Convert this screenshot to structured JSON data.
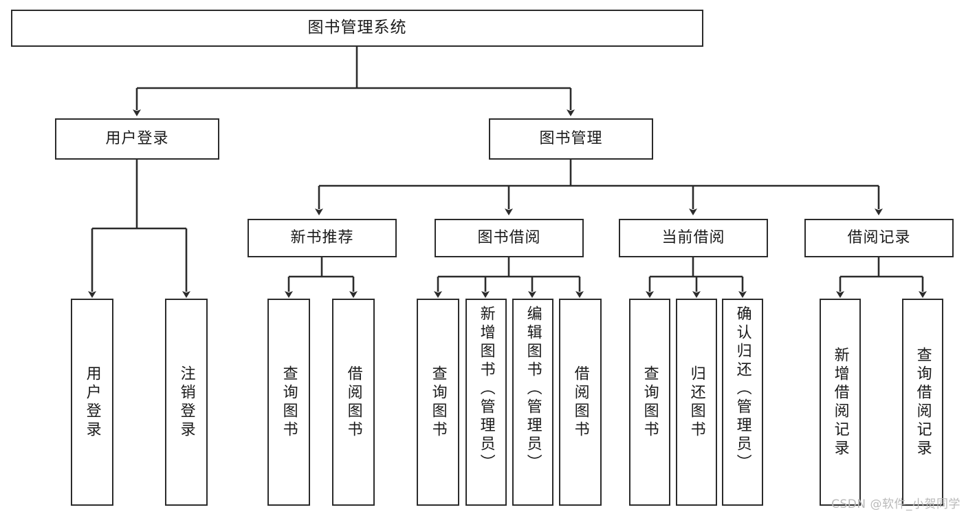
{
  "diagram": {
    "title": "图书管理系统",
    "type": "functional-structure-tree",
    "watermark": "CSDN @软件_小贺同学",
    "colors": {
      "border": "#2b2b2b",
      "background": "#ffffff",
      "text": "#1a1a1a",
      "watermark": "#b9b9b9"
    },
    "root": {
      "label": "图书管理系统"
    },
    "level1": [
      {
        "label": "用户登录"
      },
      {
        "label": "图书管理"
      }
    ],
    "level2": [
      {
        "label": "新书推荐"
      },
      {
        "label": "图书借阅"
      },
      {
        "label": "当前借阅"
      },
      {
        "label": "借阅记录"
      }
    ],
    "leaves": {
      "user_login": [
        {
          "label": "用户登录"
        },
        {
          "label": "注销登录"
        }
      ],
      "new_book_recommend": [
        {
          "label": "查询图书"
        },
        {
          "label": "借阅图书"
        }
      ],
      "book_borrow": [
        {
          "label": "查询图书"
        },
        {
          "label": "新增图书（管理员）"
        },
        {
          "label": "编辑图书（管理员）"
        },
        {
          "label": "借阅图书"
        }
      ],
      "current_borrow": [
        {
          "label": "查询图书"
        },
        {
          "label": "归还图书"
        },
        {
          "label": "确认归还（管理员）"
        }
      ],
      "borrow_records": [
        {
          "label": "新增借阅记录"
        },
        {
          "label": "查询借阅记录"
        }
      ]
    }
  }
}
